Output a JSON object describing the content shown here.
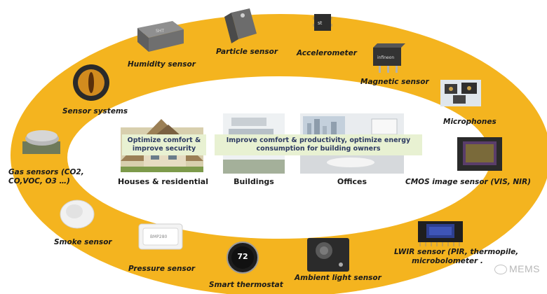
{
  "ring_color": "#f4b41f",
  "sensors": {
    "humidity": "Humidity sensor",
    "particle": "Particle sensor",
    "accelerometer": "Accelerometer",
    "magnetic": "Magnetic sensor",
    "microphones": "Microphones",
    "cmos": "CMOS image sensor (VIS, NIR)",
    "lwir_line1": "LWIR sensor (PIR, thermopile,",
    "lwir_line2": "microbolometer .",
    "ambient": "Ambient light sensor",
    "thermostat": "Smart thermostat",
    "thermostat_display": "72",
    "pressure": "Pressure sensor",
    "smoke": "Smoke sensor",
    "gas_line1": "Gas sensors (CO2,",
    "gas_line2": "CO,VOC, O3 …)",
    "systems": "Sensor systems"
  },
  "center": {
    "houses_label": "Houses & residential",
    "buildings_label": "Buildings",
    "offices_label": "Offices",
    "box1_line1": "Optimize comfort &",
    "box1_line2": "improve security",
    "box2_line1": "Improve comfort & productivity, optimize energy",
    "box2_line2": "consumption for building owners"
  },
  "watermark": "MEMS"
}
